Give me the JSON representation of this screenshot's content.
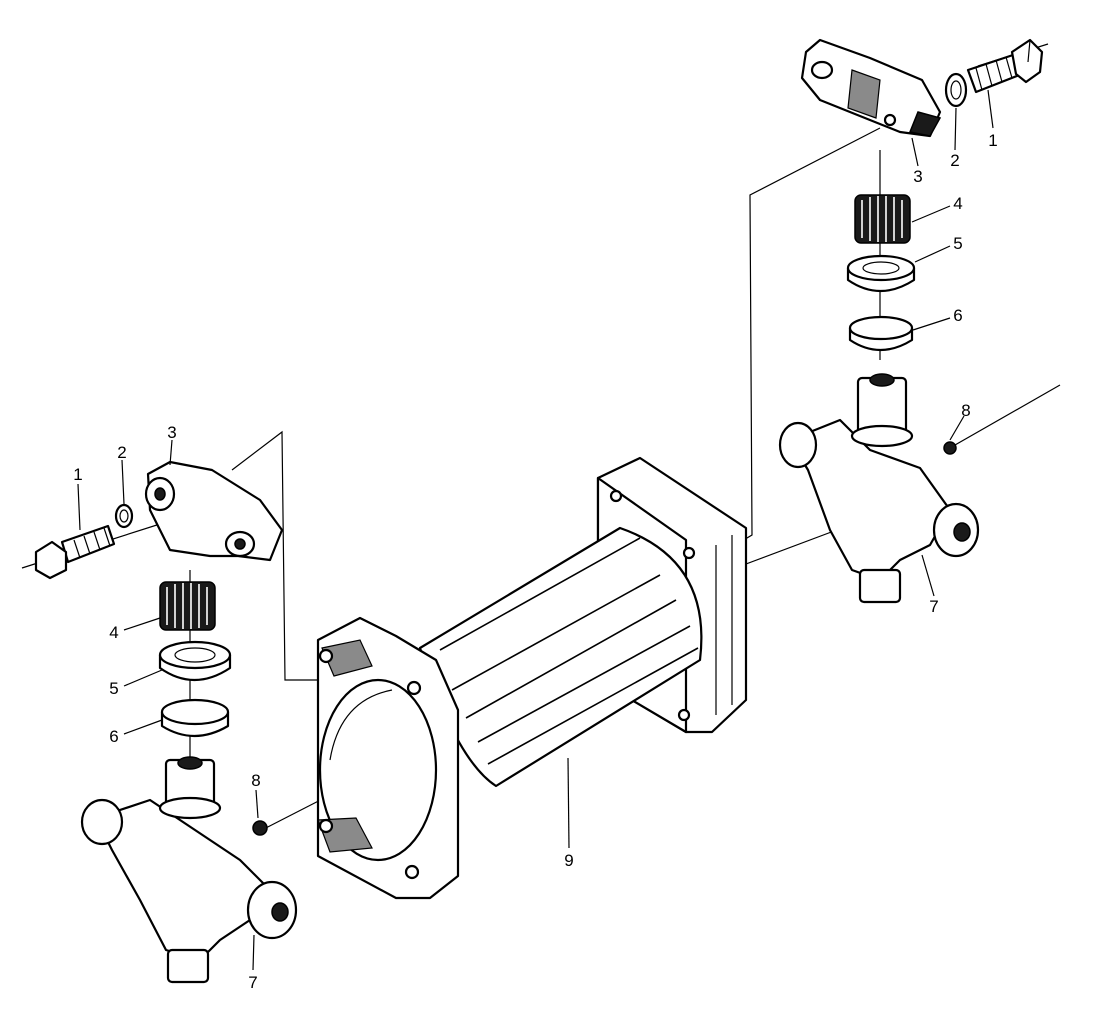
{
  "callouts": {
    "right_1": "1",
    "right_2": "2",
    "right_3": "3",
    "right_4": "4",
    "right_5": "5",
    "right_6": "6",
    "right_7": "7",
    "right_8": "8",
    "left_1": "1",
    "left_2": "2",
    "left_3": "3",
    "left_4": "4",
    "left_5": "5",
    "left_6": "6",
    "left_7": "7",
    "left_8": "8",
    "center_9": "9"
  }
}
